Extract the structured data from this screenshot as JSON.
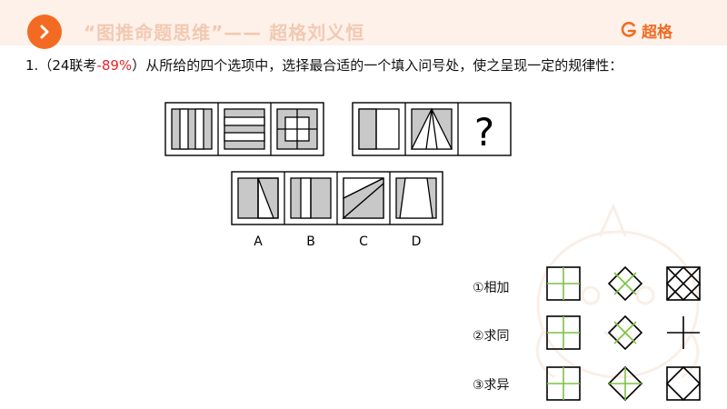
{
  "header": {
    "title": "“图推命题思维”—— 超格刘义恒",
    "logo_text": "超格"
  },
  "question": {
    "number": "1.",
    "source_prefix": "（24联考",
    "accuracy": "-89%",
    "source_suffix": "）",
    "text": "从所给的四个选项中，选择最合适的一个填入问号处，使之呈现一定的规律性："
  },
  "puzzle": {
    "question_mark": "?",
    "options": [
      "A",
      "B",
      "C",
      "D"
    ]
  },
  "methods": {
    "items": [
      {
        "label": "①相加"
      },
      {
        "label": "②求同"
      },
      {
        "label": "③求异"
      }
    ]
  },
  "colors": {
    "accent": "#f36b22",
    "header_bg": "#fdf1ea",
    "accuracy_red": "#e3262b",
    "figure_gray": "#c8c8c8",
    "line_green": "#7cc243"
  }
}
